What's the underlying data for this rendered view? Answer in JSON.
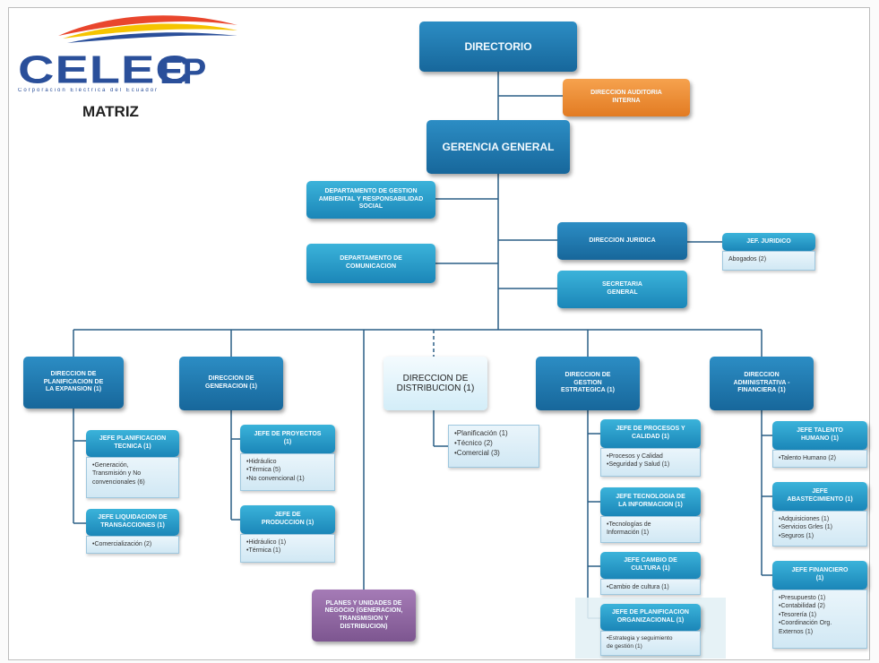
{
  "brand": {
    "logo": "CELEC",
    "logo_suffix": "EP",
    "tagline": "Corporación Eléctrica del Ecuador",
    "subtitle": "MATRIZ"
  },
  "colors": {
    "primary": "#1b86b8",
    "staff": "#e27b22",
    "business_units": "#7d5690",
    "connector": "#2a5f86"
  },
  "org": {
    "directorio": "DIRECTORIO",
    "auditoria": "DIRECCION AUDITORIA\nINTERNA",
    "gerencia": "GERENCIA GENERAL",
    "gestion_ambiental": "DEPARTAMENTO DE GESTION\nAMBIENTAL Y RESPONSABILIDAD\nSOCIAL",
    "comunicacion": "DEPARTAMENTO DE\nCOMUNICACION",
    "juridica": "DIRECCION JURIDICA",
    "jefe_juridico": "JEF. JURIDICO",
    "jefe_juridico_items": [
      "Abogados (2)"
    ],
    "secretaria": "SECRETARIA\nGENERAL",
    "expansion": "DIRECCION DE\nPLANIFICACION DE\nLA EXPANSION (1)",
    "expansion_sub1": "JEFE PLANIFICACION\nTECNICA (1)",
    "expansion_sub1_items": [
      "•Generación,\nTransmisión y No\nconvencionales (6)"
    ],
    "expansion_sub2": "JEFE LIQUIDACION DE\nTRANSACCIONES (1)",
    "expansion_sub2_items": [
      "•Comercialización (2)"
    ],
    "generacion": "DIRECCION DE\nGENERACION (1)",
    "generacion_sub1": "JEFE DE PROYECTOS\n(1)",
    "generacion_sub1_items": [
      "•Hidráulico",
      "•Térmica (5)",
      "•No convencional (1)"
    ],
    "generacion_sub2": "JEFE DE\nPRODUCCION (1)",
    "generacion_sub2_items": [
      "•Hidráulico (1)",
      "•Térmica (1)"
    ],
    "distribucion": "DIRECCION DE\nDISTRIBUCION (1)",
    "distribucion_items": [
      "•Planificación (1)",
      "•Técnico (2)",
      "•Comercial (3)"
    ],
    "estrategica": "DIRECCION DE\nGESTION\nESTRATEGICA (1)",
    "estrategica_sub1": "JEFE DE PROCESOS Y\nCALIDAD (1)",
    "estrategica_sub1_items": [
      "•Procesos y Calidad",
      "•Seguridad y Salud (1)"
    ],
    "estrategica_sub2": "JEFE TECNOLOGIA DE\nLA INFORMACION (1)",
    "estrategica_sub2_items": [
      "•Tecnologías de\nInformación (1)"
    ],
    "estrategica_sub3": "JEFE CAMBIO DE\nCULTURA (1)",
    "estrategica_sub3_items": [
      "•Cambio de cultura (1)"
    ],
    "estrategica_sub4": "JEFE DE PLANIFICACION\nORGANIZACIONAL (1)",
    "estrategica_sub4_items": [
      "•Estrategia y seguimiento\nde gestión (1)"
    ],
    "administrativa": "DIRECCION\nADMINISTRATIVA -\nFINANCIERA (1)",
    "administrativa_sub1": "JEFE TALENTO\nHUMANO (1)",
    "administrativa_sub1_items": [
      "•Talento Humano (2)"
    ],
    "administrativa_sub2": "JEFE\nABASTECIMIENTO (1)",
    "administrativa_sub2_items": [
      "•Adquisiciones (1)",
      "•Servicios Grles (1)",
      "•Seguros (1)"
    ],
    "administrativa_sub3": "JEFE FINANCIERO\n(1)",
    "administrativa_sub3_items": [
      "•Presupuesto (1)",
      "•Contabilidad (2)",
      "•Tesorería (1)",
      "•Coordinación Org.\nExternos (1)"
    ],
    "unidades": "PLANES Y UNIDADES DE\nNEGOCIO (GENERACION,\nTRANSMISION Y\nDISTRIBUCION)"
  }
}
